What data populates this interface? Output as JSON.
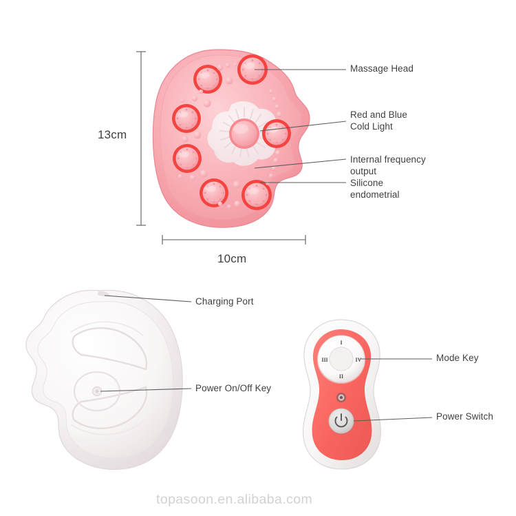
{
  "page": {
    "background_color": "#ffffff",
    "watermark": "topasoon.en.alibaba.com",
    "watermark_color": "#d2d2d2"
  },
  "colors": {
    "device_pink": "#f7a3ab",
    "device_pink_light": "#fcc3c8",
    "device_pink_dark": "#ef8f99",
    "node_ring_red": "#f4443f",
    "flower_white": "#f6eef0",
    "shell_white": "#f6f3f4",
    "shell_white_shadow": "#e6e0e1",
    "remote_coral": "#f96a63",
    "remote_white": "#fbfafa",
    "button_gray": "#d8d8d8",
    "leader_line": "#5a5a5a",
    "text": "#3f3f3f"
  },
  "dimensions": {
    "height_label": "13cm",
    "width_label": "10cm"
  },
  "callouts": {
    "massage_head": "Massage Head",
    "cold_light": "Red and Blue\nCold Light",
    "internal_frequency": "Internal frequency\noutput",
    "silicone": "Silicone\nendometrial",
    "charging_port": "Charging Port",
    "power_on_off": "Power On/Off Key",
    "mode_key": "Mode Key",
    "power_switch": "Power Switch"
  },
  "remote": {
    "mode_buttons": [
      {
        "position": "top",
        "label": "I"
      },
      {
        "position": "right",
        "label": "IV"
      },
      {
        "position": "bottom",
        "label": "II"
      },
      {
        "position": "left",
        "label": "III"
      }
    ],
    "indicator_icon": "indicator-icon",
    "power_icon": "power-icon"
  },
  "products": {
    "front": "pink-massage-head-front",
    "back": "white-shell-back",
    "controller": "handheld-remote-control"
  }
}
